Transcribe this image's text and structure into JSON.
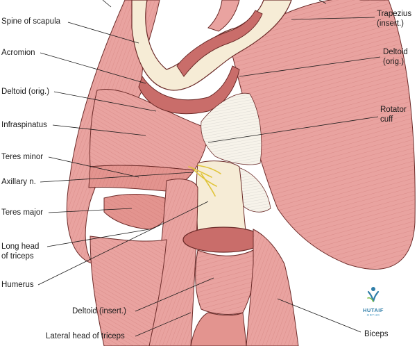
{
  "labels": {
    "spine_of_scapula": "Spine of scapula",
    "acromion": "Acromion",
    "deltoid_orig_left": "Deltoid (orig.)",
    "infraspinatus": "Infraspinatus",
    "teres_minor": "Teres minor",
    "axillary_n": "Axillary n.",
    "teres_major": "Teres major",
    "long_head_triceps_1": "Long head",
    "long_head_triceps_2": "of triceps",
    "humerus": "Humerus",
    "deltoid_insert": "Deltoid (insert.)",
    "lateral_head_triceps": "Lateral head of triceps",
    "trapezius_1": "Trapezius",
    "trapezius_2": "(insert.)",
    "deltoid_orig_right_1": "Deltoid",
    "deltoid_orig_right_2": "(orig.)",
    "rotator_cuff_1": "Rotator",
    "rotator_cuff_2": "cuff",
    "biceps": "Biceps"
  },
  "logo": {
    "name": "HUTAIF",
    "tagline": "ORTHO"
  },
  "colors": {
    "muscle": "#e9a3a0",
    "muscle_light": "#f2c2bd",
    "muscle_dark": "#c96d6a",
    "bone": "#f6ecd6",
    "tendon": "#f7f3ea",
    "nerve": "#e0c43a",
    "line": "#1a1a1a",
    "logo": "#2e7da8"
  }
}
